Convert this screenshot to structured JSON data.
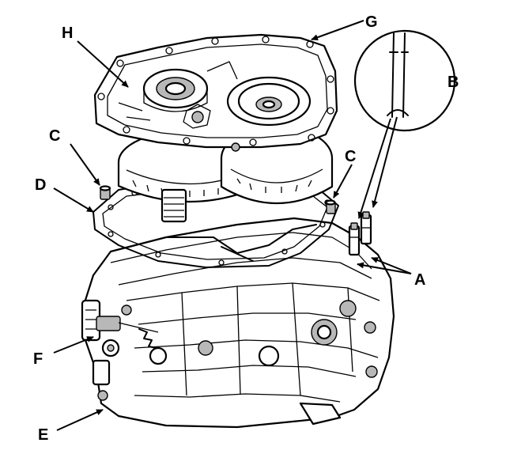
{
  "callouts": {
    "A": "A",
    "B": "B",
    "C1": "C",
    "C2": "C",
    "D": "D",
    "E": "E",
    "F": "F",
    "G": "G",
    "H": "H"
  },
  "colors": {
    "line": "#000000",
    "background": "#ffffff",
    "shade": "#b8b8b8"
  }
}
